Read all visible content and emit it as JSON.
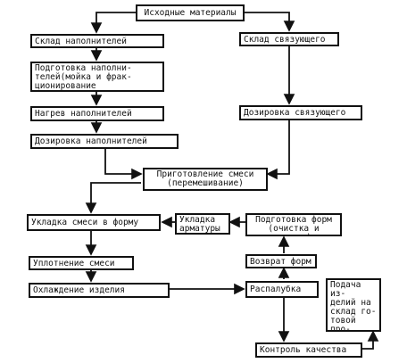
{
  "nodes": {
    "source": "Исходные материалы",
    "filler_store": "Склад наполнителей",
    "binder_store": "Склад связующего",
    "filler_prep": "Подготовка наполни-\nтелей(мойка и фрак-\nционирование",
    "filler_heat": "Нагрев наполнителей",
    "binder_dosing": "Дозировка связующего",
    "filler_dosing": "Дозировка наполнителей",
    "mix_prep": "Приготовление смеси\n(перемешивание)",
    "lay_mix": "Укладка смеси в форму",
    "lay_rebar": "Укладка\nарматуры",
    "form_prep": "Подготовка форм\n(очистка и смазка)",
    "compaction": "Уплотнение смеси",
    "form_return": "Возврат форм",
    "cooling": "Охлаждение изделия",
    "demold": "Распалубка",
    "to_warehouse": "Подача из-\nделий на\nсклад го-\nтовой про-\nдукции",
    "quality": "Контроль качества"
  }
}
